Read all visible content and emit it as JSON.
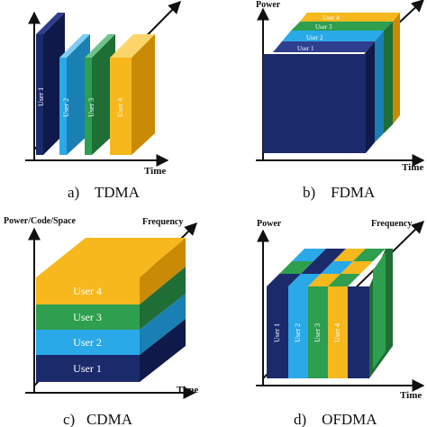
{
  "colors": {
    "navy": "#1b2a6b",
    "navy_dark": "#0f1a4a",
    "sky": "#2aa9e8",
    "green": "#2e9e4f",
    "yellow": "#f6b81c",
    "axis": "#111111"
  },
  "tdma": {
    "time_label": "Time",
    "users": [
      "User 1",
      "User 2",
      "User 3",
      "User 4"
    ],
    "caption": "a)    TDMA"
  },
  "fdma": {
    "power_label": "Power",
    "time_label": "Time",
    "users": [
      "User 1",
      "User 2",
      "User 3",
      "User 4"
    ],
    "caption": "b)    FDMA"
  },
  "cdma": {
    "y_label": "Power/Code/Space",
    "freq_label": "Frequency",
    "time_label": "Time",
    "users": [
      "User 1",
      "User 2",
      "User 3",
      "User 4"
    ],
    "caption": "c)   CDMA"
  },
  "ofdma": {
    "power_label": "Power",
    "freq_label": "Frequency",
    "time_label": "Time",
    "users": [
      "User 1",
      "User 2",
      "User 3",
      "User 4"
    ],
    "caption": "d)    OFDMA"
  }
}
